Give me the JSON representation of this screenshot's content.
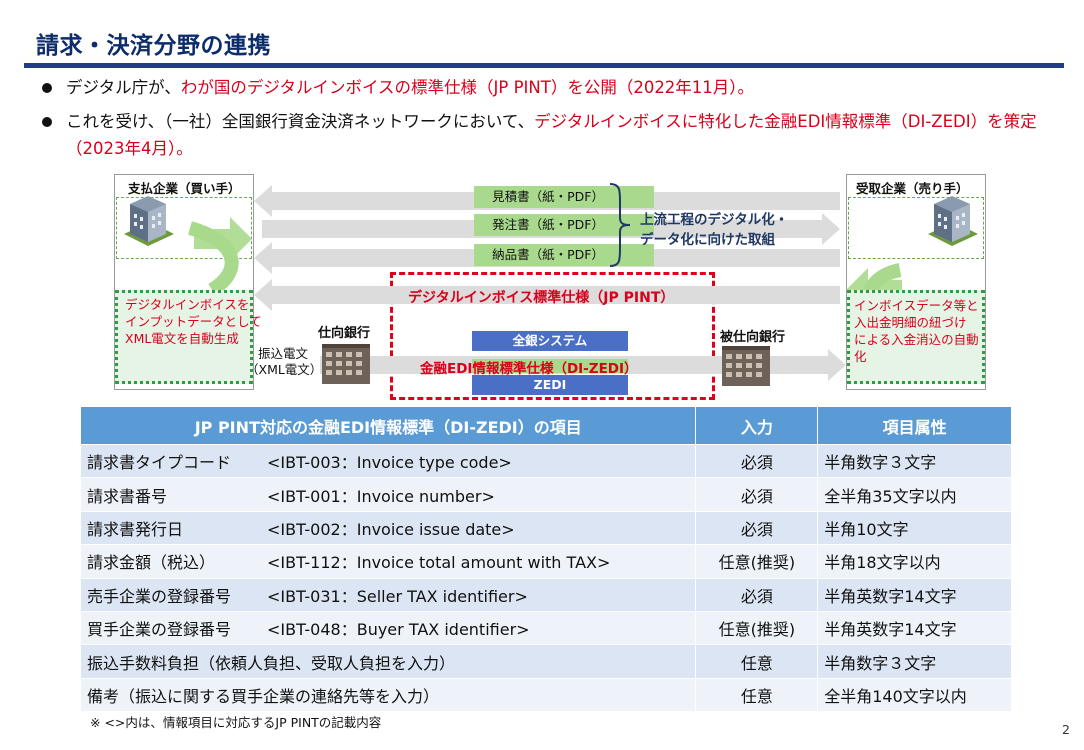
{
  "title": "請求・決済分野の連携",
  "bullet1": {
    "prefix": "デジタル庁が、",
    "highlight": "わが国のデジタルインボイスの標準仕様（JP PINT）を公開（2022年11月）。"
  },
  "bullet2": {
    "prefix": "これを受け、（一社）全国銀行資金決済ネットワークにおいて、",
    "highlight": "デジタルインボイスに特化した金融EDI情報標準（DI-ZEDI）を策定（2023年4月）。"
  },
  "diagram": {
    "buyer_label": "支払企業（買い手）",
    "seller_label": "受取企業（売り手）",
    "docs": [
      "見積書（紙・PDF）",
      "発注書（紙・PDF）",
      "納品書（紙・PDF）"
    ],
    "upstream_line1": "上流工程のデジタル化・",
    "upstream_line2": "データ化に向けた取組",
    "jp_pint": "デジタルインボイス標準仕様（JP PINT）",
    "buyer_note": [
      "デジタルインボイスを",
      "インプットデータとして",
      "XML電文を自動生成"
    ],
    "seller_note": [
      "インボイスデータ等と",
      "入出金明細の紐づけ",
      "による入金消込の自動",
      "化"
    ],
    "shimuke_bank": "仕向銀行",
    "hishimuke_bank": "被仕向銀行",
    "furikomi_line1": "振込電文",
    "furikomi_line2": "（XML電文）",
    "zengin_system": "全銀システム",
    "di_zedi": "金融EDI情報標準仕様（DI-ZEDI）",
    "zedi": "ZEDI"
  },
  "table": {
    "headers": [
      "JP PINT対応の金融EDI情報標準（DI-ZEDI）の項目",
      "入力",
      "項目属性"
    ],
    "rows": [
      {
        "name": "請求書タイプコード",
        "code": "<IBT-003：Invoice type code>",
        "input": "必須",
        "attr": "半角数字３文字"
      },
      {
        "name": "請求書番号",
        "code": "<IBT-001：Invoice number>",
        "input": "必須",
        "attr": "全半角35文字以内"
      },
      {
        "name": "請求書発行日",
        "code": "<IBT-002：Invoice issue date>",
        "input": "必須",
        "attr": "半角10文字"
      },
      {
        "name": "請求金額（税込）",
        "code": "<IBT-112：Invoice total amount with TAX>",
        "input": "任意(推奨)",
        "attr": "半角18文字以内"
      },
      {
        "name": "売手企業の登録番号",
        "code": "<IBT-031：Seller TAX identifier>",
        "input": "必須",
        "attr": "半角英数字14文字"
      },
      {
        "name": "買手企業の登録番号",
        "code": "<IBT-048：Buyer TAX identifier>",
        "input": "任意(推奨)",
        "attr": "半角英数字14文字"
      },
      {
        "name": "振込手数料負担（依頼人負担、受取人負担を入力）",
        "code": "",
        "input": "任意",
        "attr": "半角数字３文字"
      },
      {
        "name": "備考（振込に関する買手企業の連絡先等を入力）",
        "code": "",
        "input": "任意",
        "attr": "全半角140文字以内"
      }
    ]
  },
  "note": "※ <>内は、情報項目に対応するJP PINTの記載内容",
  "page_number": "2",
  "colors": {
    "title": "#0d2c6c",
    "accent_red": "#d9001b",
    "table_header": "#5b9bd5",
    "required_blue": "#2a43b6",
    "doc_green": "#a8d98c"
  }
}
